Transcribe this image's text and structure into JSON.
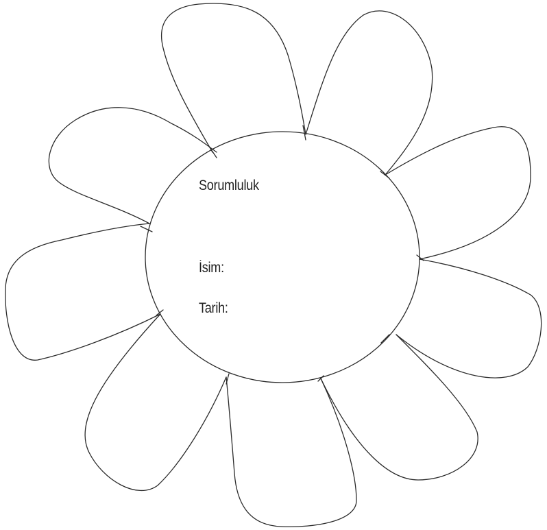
{
  "worksheet": {
    "title": "Sorumluluk",
    "name_label": "İsim:",
    "date_label": "Tarih:"
  },
  "colors": {
    "background": "#ffffff",
    "stroke": "#2a2a2a",
    "text": "#222222"
  },
  "petal_count": 9
}
